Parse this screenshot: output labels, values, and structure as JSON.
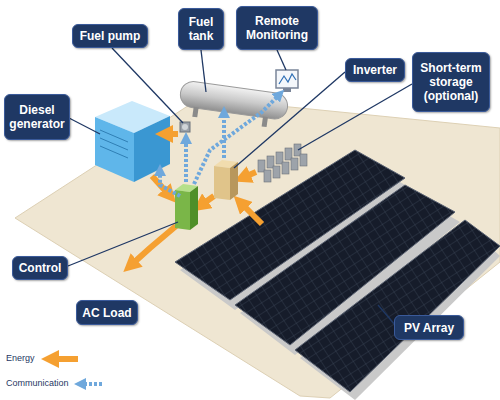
{
  "diagram": {
    "nodes": [
      {
        "text": [
          "Fuel pump"
        ]
      },
      {
        "text": [
          "Fuel tank"
        ]
      },
      {
        "text": [
          "Remote Monitoring"
        ]
      },
      {
        "text": [
          "Inverter"
        ]
      },
      {
        "text": [
          "Short-term storage (optional)"
        ]
      },
      {
        "text": [
          "Diesel generator"
        ]
      },
      {
        "text": [
          "Control"
        ]
      },
      {
        "text": [
          "AC Load"
        ]
      },
      {
        "text": [
          "PV Array"
        ]
      }
    ],
    "legend": [
      {
        "text": "Energy"
      },
      {
        "text": "Communication"
      }
    ]
  }
}
